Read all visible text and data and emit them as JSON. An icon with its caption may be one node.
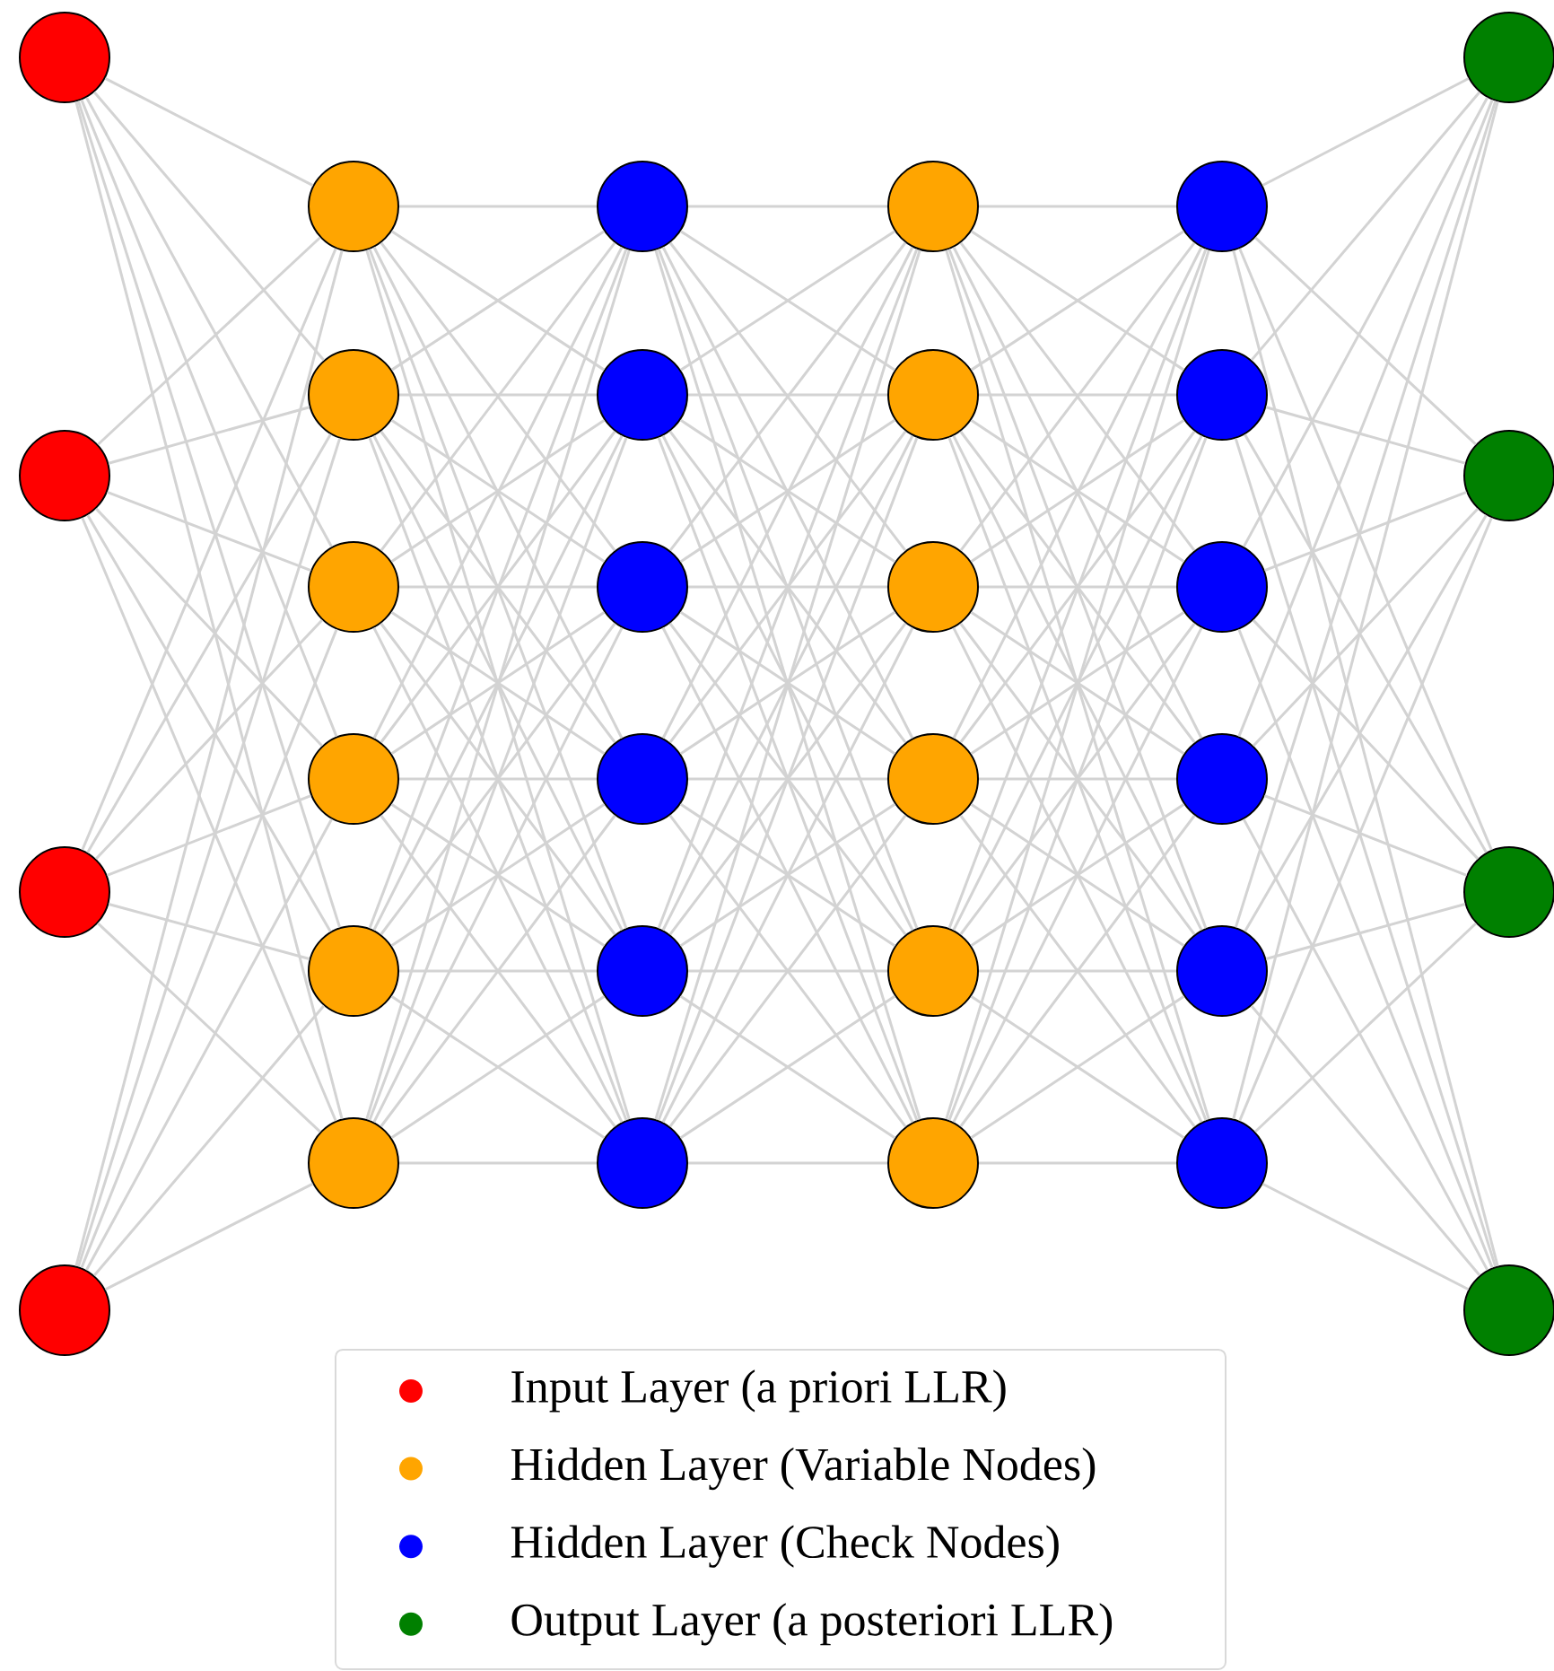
{
  "diagram": {
    "nodes": [
      {
        "text": [],
        "shape": "circle"
      },
      {
        "text": [],
        "shape": "circle"
      },
      {
        "text": [],
        "shape": "circle"
      },
      {
        "text": [],
        "shape": "circle"
      },
      {
        "text": [],
        "shape": "circle"
      },
      {
        "text": [],
        "shape": "circle"
      },
      {
        "text": [],
        "shape": "circle"
      },
      {
        "text": [],
        "shape": "circle"
      },
      {
        "text": [],
        "shape": "circle"
      },
      {
        "text": [],
        "shape": "circle"
      },
      {
        "text": [],
        "shape": "circle"
      },
      {
        "text": [],
        "shape": "circle"
      },
      {
        "text": [],
        "shape": "circle"
      },
      {
        "text": [],
        "shape": "circle"
      },
      {
        "text": [],
        "shape": "circle"
      },
      {
        "text": [],
        "shape": "circle"
      },
      {
        "text": [],
        "shape": "circle"
      },
      {
        "text": [],
        "shape": "circle"
      },
      {
        "text": [],
        "shape": "circle"
      },
      {
        "text": [],
        "shape": "circle"
      },
      {
        "text": [],
        "shape": "circle"
      },
      {
        "text": [],
        "shape": "circle"
      },
      {
        "text": [],
        "shape": "circle"
      },
      {
        "text": [],
        "shape": "circle"
      },
      {
        "text": [],
        "shape": "circle"
      },
      {
        "text": [],
        "shape": "circle"
      },
      {
        "text": [],
        "shape": "circle"
      },
      {
        "text": [],
        "shape": "circle"
      },
      {
        "text": [],
        "shape": "circle"
      },
      {
        "text": [],
        "shape": "circle"
      },
      {
        "text": [],
        "shape": "circle"
      },
      {
        "text": [],
        "shape": "circle"
      }
    ],
    "edges": [
      {
        "from": 0,
        "to": 4,
        "arrow": "none"
      },
      {
        "from": 0,
        "to": 5,
        "arrow": "none"
      },
      {
        "from": 0,
        "to": 6,
        "arrow": "none"
      },
      {
        "from": 0,
        "to": 7,
        "arrow": "none"
      },
      {
        "from": 0,
        "to": 8,
        "arrow": "none"
      },
      {
        "from": 0,
        "to": 9,
        "arrow": "none"
      },
      {
        "from": 1,
        "to": 4,
        "arrow": "none"
      },
      {
        "from": 1,
        "to": 5,
        "arrow": "none"
      },
      {
        "from": 1,
        "to": 6,
        "arrow": "none"
      },
      {
        "from": 1,
        "to": 7,
        "arrow": "none"
      },
      {
        "from": 1,
        "to": 8,
        "arrow": "none"
      },
      {
        "from": 1,
        "to": 9,
        "arrow": "none"
      },
      {
        "from": 2,
        "to": 4,
        "arrow": "none"
      },
      {
        "from": 2,
        "to": 5,
        "arrow": "none"
      },
      {
        "from": 2,
        "to": 6,
        "arrow": "none"
      },
      {
        "from": 2,
        "to": 7,
        "arrow": "none"
      },
      {
        "from": 2,
        "to": 8,
        "arrow": "none"
      },
      {
        "from": 2,
        "to": 9,
        "arrow": "none"
      },
      {
        "from": 3,
        "to": 4,
        "arrow": "none"
      },
      {
        "from": 3,
        "to": 5,
        "arrow": "none"
      },
      {
        "from": 3,
        "to": 6,
        "arrow": "none"
      },
      {
        "from": 3,
        "to": 7,
        "arrow": "none"
      },
      {
        "from": 3,
        "to": 8,
        "arrow": "none"
      },
      {
        "from": 3,
        "to": 9,
        "arrow": "none"
      },
      {
        "from": 4,
        "to": 10,
        "arrow": "none"
      },
      {
        "from": 4,
        "to": 11,
        "arrow": "none"
      },
      {
        "from": 4,
        "to": 12,
        "arrow": "none"
      },
      {
        "from": 4,
        "to": 13,
        "arrow": "none"
      },
      {
        "from": 4,
        "to": 14,
        "arrow": "none"
      },
      {
        "from": 4,
        "to": 15,
        "arrow": "none"
      },
      {
        "from": 5,
        "to": 10,
        "arrow": "none"
      },
      {
        "from": 5,
        "to": 11,
        "arrow": "none"
      },
      {
        "from": 5,
        "to": 12,
        "arrow": "none"
      },
      {
        "from": 5,
        "to": 13,
        "arrow": "none"
      },
      {
        "from": 5,
        "to": 14,
        "arrow": "none"
      },
      {
        "from": 5,
        "to": 15,
        "arrow": "none"
      },
      {
        "from": 6,
        "to": 10,
        "arrow": "none"
      },
      {
        "from": 6,
        "to": 11,
        "arrow": "none"
      },
      {
        "from": 6,
        "to": 12,
        "arrow": "none"
      },
      {
        "from": 6,
        "to": 13,
        "arrow": "none"
      },
      {
        "from": 6,
        "to": 14,
        "arrow": "none"
      },
      {
        "from": 6,
        "to": 15,
        "arrow": "none"
      },
      {
        "from": 7,
        "to": 10,
        "arrow": "none"
      },
      {
        "from": 7,
        "to": 11,
        "arrow": "none"
      },
      {
        "from": 7,
        "to": 12,
        "arrow": "none"
      },
      {
        "from": 7,
        "to": 13,
        "arrow": "none"
      },
      {
        "from": 7,
        "to": 14,
        "arrow": "none"
      },
      {
        "from": 7,
        "to": 15,
        "arrow": "none"
      },
      {
        "from": 8,
        "to": 10,
        "arrow": "none"
      },
      {
        "from": 8,
        "to": 11,
        "arrow": "none"
      },
      {
        "from": 8,
        "to": 12,
        "arrow": "none"
      },
      {
        "from": 8,
        "to": 13,
        "arrow": "none"
      },
      {
        "from": 8,
        "to": 14,
        "arrow": "none"
      },
      {
        "from": 8,
        "to": 15,
        "arrow": "none"
      },
      {
        "from": 9,
        "to": 10,
        "arrow": "none"
      },
      {
        "from": 9,
        "to": 11,
        "arrow": "none"
      },
      {
        "from": 9,
        "to": 12,
        "arrow": "none"
      },
      {
        "from": 9,
        "to": 13,
        "arrow": "none"
      },
      {
        "from": 9,
        "to": 14,
        "arrow": "none"
      },
      {
        "from": 9,
        "to": 15,
        "arrow": "none"
      },
      {
        "from": 10,
        "to": 16,
        "arrow": "none"
      },
      {
        "from": 10,
        "to": 17,
        "arrow": "none"
      },
      {
        "from": 10,
        "to": 18,
        "arrow": "none"
      },
      {
        "from": 10,
        "to": 19,
        "arrow": "none"
      },
      {
        "from": 10,
        "to": 20,
        "arrow": "none"
      },
      {
        "from": 10,
        "to": 21,
        "arrow": "none"
      },
      {
        "from": 11,
        "to": 16,
        "arrow": "none"
      },
      {
        "from": 11,
        "to": 17,
        "arrow": "none"
      },
      {
        "from": 11,
        "to": 18,
        "arrow": "none"
      },
      {
        "from": 11,
        "to": 19,
        "arrow": "none"
      },
      {
        "from": 11,
        "to": 20,
        "arrow": "none"
      },
      {
        "from": 11,
        "to": 21,
        "arrow": "none"
      },
      {
        "from": 12,
        "to": 16,
        "arrow": "none"
      },
      {
        "from": 12,
        "to": 17,
        "arrow": "none"
      },
      {
        "from": 12,
        "to": 18,
        "arrow": "none"
      },
      {
        "from": 12,
        "to": 19,
        "arrow": "none"
      },
      {
        "from": 12,
        "to": 20,
        "arrow": "none"
      },
      {
        "from": 12,
        "to": 21,
        "arrow": "none"
      },
      {
        "from": 13,
        "to": 16,
        "arrow": "none"
      },
      {
        "from": 13,
        "to": 17,
        "arrow": "none"
      },
      {
        "from": 13,
        "to": 18,
        "arrow": "none"
      },
      {
        "from": 13,
        "to": 19,
        "arrow": "none"
      },
      {
        "from": 13,
        "to": 20,
        "arrow": "none"
      },
      {
        "from": 13,
        "to": 21,
        "arrow": "none"
      },
      {
        "from": 14,
        "to": 16,
        "arrow": "none"
      },
      {
        "from": 14,
        "to": 17,
        "arrow": "none"
      },
      {
        "from": 14,
        "to": 18,
        "arrow": "none"
      },
      {
        "from": 14,
        "to": 19,
        "arrow": "none"
      },
      {
        "from": 14,
        "to": 20,
        "arrow": "none"
      },
      {
        "from": 14,
        "to": 21,
        "arrow": "none"
      },
      {
        "from": 15,
        "to": 16,
        "arrow": "none"
      },
      {
        "from": 15,
        "to": 17,
        "arrow": "none"
      },
      {
        "from": 15,
        "to": 18,
        "arrow": "none"
      },
      {
        "from": 15,
        "to": 19,
        "arrow": "none"
      },
      {
        "from": 15,
        "to": 20,
        "arrow": "none"
      },
      {
        "from": 15,
        "to": 21,
        "arrow": "none"
      },
      {
        "from": 16,
        "to": 22,
        "arrow": "none"
      },
      {
        "from": 16,
        "to": 23,
        "arrow": "none"
      },
      {
        "from": 16,
        "to": 24,
        "arrow": "none"
      },
      {
        "from": 16,
        "to": 25,
        "arrow": "none"
      },
      {
        "from": 16,
        "to": 26,
        "arrow": "none"
      },
      {
        "from": 16,
        "to": 27,
        "arrow": "none"
      },
      {
        "from": 17,
        "to": 22,
        "arrow": "none"
      },
      {
        "from": 17,
        "to": 23,
        "arrow": "none"
      },
      {
        "from": 17,
        "to": 24,
        "arrow": "none"
      },
      {
        "from": 17,
        "to": 25,
        "arrow": "none"
      },
      {
        "from": 17,
        "to": 26,
        "arrow": "none"
      },
      {
        "from": 17,
        "to": 27,
        "arrow": "none"
      },
      {
        "from": 18,
        "to": 22,
        "arrow": "none"
      },
      {
        "from": 18,
        "to": 23,
        "arrow": "none"
      },
      {
        "from": 18,
        "to": 24,
        "arrow": "none"
      },
      {
        "from": 18,
        "to": 25,
        "arrow": "none"
      },
      {
        "from": 18,
        "to": 26,
        "arrow": "none"
      },
      {
        "from": 18,
        "to": 27,
        "arrow": "none"
      },
      {
        "from": 19,
        "to": 22,
        "arrow": "none"
      },
      {
        "from": 19,
        "to": 23,
        "arrow": "none"
      },
      {
        "from": 19,
        "to": 24,
        "arrow": "none"
      },
      {
        "from": 19,
        "to": 25,
        "arrow": "none"
      },
      {
        "from": 19,
        "to": 26,
        "arrow": "none"
      },
      {
        "from": 19,
        "to": 27,
        "arrow": "none"
      },
      {
        "from": 20,
        "to": 22,
        "arrow": "none"
      },
      {
        "from": 20,
        "to": 23,
        "arrow": "none"
      },
      {
        "from": 20,
        "to": 24,
        "arrow": "none"
      },
      {
        "from": 20,
        "to": 25,
        "arrow": "none"
      },
      {
        "from": 20,
        "to": 26,
        "arrow": "none"
      },
      {
        "from": 20,
        "to": 27,
        "arrow": "none"
      },
      {
        "from": 21,
        "to": 22,
        "arrow": "none"
      },
      {
        "from": 21,
        "to": 23,
        "arrow": "none"
      },
      {
        "from": 21,
        "to": 24,
        "arrow": "none"
      },
      {
        "from": 21,
        "to": 25,
        "arrow": "none"
      },
      {
        "from": 21,
        "to": 26,
        "arrow": "none"
      },
      {
        "from": 21,
        "to": 27,
        "arrow": "none"
      },
      {
        "from": 22,
        "to": 28,
        "arrow": "none"
      },
      {
        "from": 22,
        "to": 29,
        "arrow": "none"
      },
      {
        "from": 22,
        "to": 30,
        "arrow": "none"
      },
      {
        "from": 22,
        "to": 31,
        "arrow": "none"
      },
      {
        "from": 23,
        "to": 28,
        "arrow": "none"
      },
      {
        "from": 23,
        "to": 29,
        "arrow": "none"
      },
      {
        "from": 23,
        "to": 30,
        "arrow": "none"
      },
      {
        "from": 23,
        "to": 31,
        "arrow": "none"
      },
      {
        "from": 24,
        "to": 28,
        "arrow": "none"
      },
      {
        "from": 24,
        "to": 29,
        "arrow": "none"
      },
      {
        "from": 24,
        "to": 30,
        "arrow": "none"
      },
      {
        "from": 24,
        "to": 31,
        "arrow": "none"
      },
      {
        "from": 25,
        "to": 28,
        "arrow": "none"
      },
      {
        "from": 25,
        "to": 29,
        "arrow": "none"
      },
      {
        "from": 25,
        "to": 30,
        "arrow": "none"
      },
      {
        "from": 25,
        "to": 31,
        "arrow": "none"
      },
      {
        "from": 26,
        "to": 28,
        "arrow": "none"
      },
      {
        "from": 26,
        "to": 29,
        "arrow": "none"
      },
      {
        "from": 26,
        "to": 30,
        "arrow": "none"
      },
      {
        "from": 26,
        "to": 31,
        "arrow": "none"
      },
      {
        "from": 27,
        "to": 28,
        "arrow": "none"
      },
      {
        "from": 27,
        "to": 29,
        "arrow": "none"
      },
      {
        "from": 27,
        "to": 30,
        "arrow": "none"
      },
      {
        "from": 27,
        "to": 31,
        "arrow": "none"
      }
    ],
    "legend": [
      {
        "text": "Input Layer (a priori LLR)",
        "color": "#ff0000"
      },
      {
        "text": "Hidden Layer (Variable Nodes)",
        "color": "#ffa500"
      },
      {
        "text": "Hidden Layer (Check Nodes)",
        "color": "#0000ff"
      },
      {
        "text": "Output Layer (a posteriori LLR)",
        "color": "#008000"
      }
    ]
  }
}
